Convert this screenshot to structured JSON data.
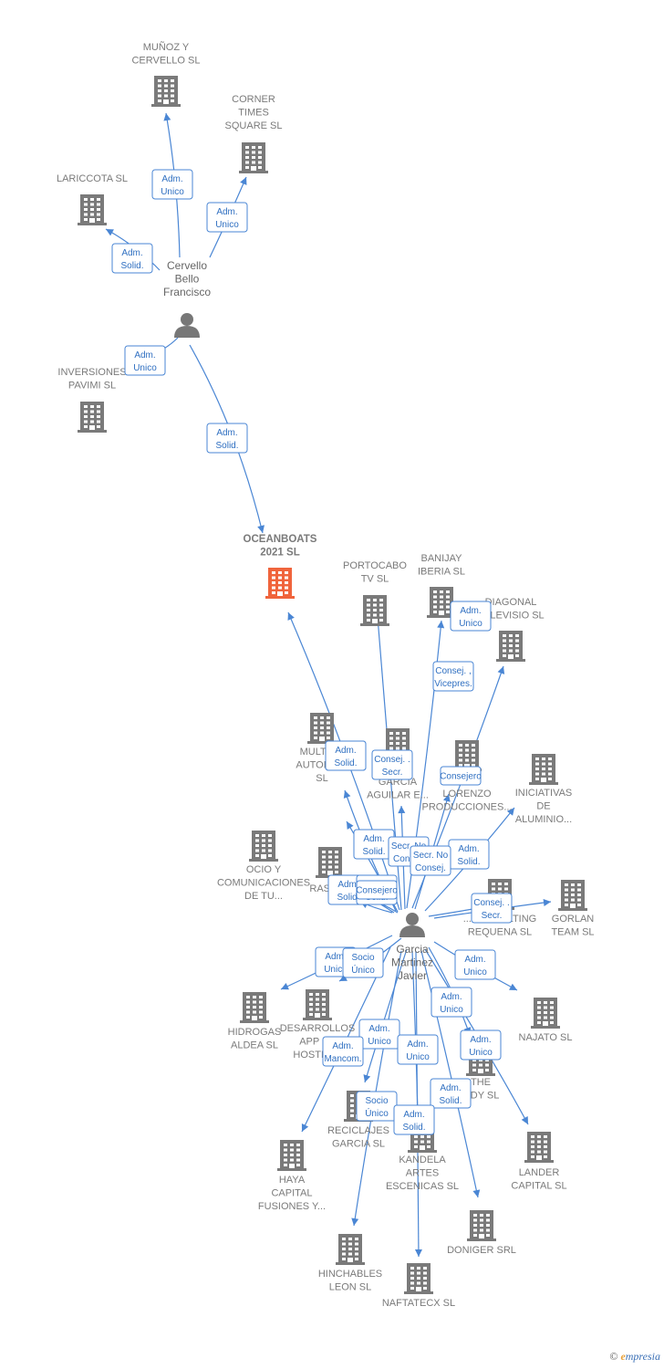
{
  "colors": {
    "edge": "#4a86d4",
    "company": "#7a7a7a",
    "focus_company": "#f0643c",
    "person": "#777777"
  },
  "people": [
    {
      "id": "cervello",
      "lines": [
        "Cervello",
        "Bello",
        "Francisco"
      ]
    },
    {
      "id": "garcia",
      "lines": [
        "Garcia",
        "Martinez",
        "Javier"
      ]
    }
  ],
  "companies": [
    {
      "id": "munoz",
      "lines": [
        "MUÑOZ Y",
        "CERVELLO SL"
      ]
    },
    {
      "id": "corner",
      "lines": [
        "CORNER",
        "TIMES",
        "SQUARE SL"
      ]
    },
    {
      "id": "lariccota",
      "lines": [
        "LARICCOTA SL"
      ]
    },
    {
      "id": "pavimi",
      "lines": [
        "INVERSIONES",
        "PAVIMI SL"
      ]
    },
    {
      "id": "oceanboats",
      "lines": [
        "OCEANBOATS",
        "2021 SL"
      ],
      "focus": true
    },
    {
      "id": "portocabo",
      "lines": [
        "PORTOCABO",
        "TV SL"
      ]
    },
    {
      "id": "banijay",
      "lines": [
        "BANIJAY",
        "IBERIA SL"
      ]
    },
    {
      "id": "diagonal",
      "lines": [
        "DIAGONAL",
        "TELEVISIO SL"
      ]
    },
    {
      "id": "multiauto",
      "lines": [
        "MULTIA...",
        "AUTOMO...",
        "SL"
      ]
    },
    {
      "id": "garciaaguilar",
      "lines": [
        "GARCIA",
        "AGUILAR E..."
      ]
    },
    {
      "id": "lorenzo",
      "lines": [
        "LORENZO",
        "PRODUCCIONES..."
      ]
    },
    {
      "id": "iniciativas",
      "lines": [
        "INICIATIVAS",
        "DE",
        "ALUMINIO..."
      ]
    },
    {
      "id": "ocio",
      "lines": [
        "OCIO Y",
        "COMUNICACIONES",
        "DE TU..."
      ]
    },
    {
      "id": "rasla",
      "lines": [
        "RASLA..."
      ]
    },
    {
      "id": "consulting",
      "lines": [
        "...CONSULTING",
        "REQUENA SL"
      ]
    },
    {
      "id": "gorlan",
      "lines": [
        "GORLAN",
        "TEAM SL"
      ]
    },
    {
      "id": "hidrogas",
      "lines": [
        "HIDROGAS",
        "ALDEA SL"
      ]
    },
    {
      "id": "desarrollos",
      "lines": [
        "DESARROLLOS",
        "APP F...",
        "HOSTEL..."
      ]
    },
    {
      "id": "najato",
      "lines": [
        "NAJATO SL"
      ]
    },
    {
      "id": "thebuddy",
      "lines": [
        "THE",
        "...DY SL"
      ]
    },
    {
      "id": "reciclajes",
      "lines": [
        "RECICLAJES",
        "GARCIA SL"
      ]
    },
    {
      "id": "kandela",
      "lines": [
        "KANDELA",
        "ARTES",
        "ESCENICAS SL"
      ]
    },
    {
      "id": "haya",
      "lines": [
        "HAYA",
        "CAPITAL",
        "FUSIONES Y..."
      ]
    },
    {
      "id": "lander",
      "lines": [
        "LANDER",
        "CAPITAL SL"
      ]
    },
    {
      "id": "doniger",
      "lines": [
        "DONIGER SRL"
      ]
    },
    {
      "id": "hinchables",
      "lines": [
        "HINCHABLES",
        "LEON SL"
      ]
    },
    {
      "id": "naftatecx",
      "lines": [
        "NAFTATECX SL"
      ]
    }
  ],
  "edges": [
    {
      "from": "cervello",
      "to": "munoz",
      "role": [
        "Adm.",
        "Unico"
      ]
    },
    {
      "from": "cervello",
      "to": "corner",
      "role": [
        "Adm.",
        "Unico"
      ]
    },
    {
      "from": "cervello",
      "to": "lariccota",
      "role": [
        "Adm.",
        "Solid."
      ]
    },
    {
      "from": "cervello",
      "to": "pavimi",
      "role": [
        "Adm.",
        "Unico"
      ]
    },
    {
      "from": "cervello",
      "to": "oceanboats",
      "role": [
        "Adm.",
        "Solid."
      ]
    },
    {
      "from": "garcia",
      "to": "oceanboats",
      "role": [
        "Adm.",
        "Solid."
      ]
    },
    {
      "from": "garcia",
      "to": "portocabo",
      "role": [
        "Consej. .",
        "Secr."
      ]
    },
    {
      "from": "garcia",
      "to": "banijay",
      "role": [
        "Adm.",
        "Unico"
      ]
    },
    {
      "from": "garcia",
      "to": "diagonal",
      "role": [
        "Consej. ,",
        "Vicepres."
      ]
    },
    {
      "from": "garcia",
      "to": "multiauto",
      "role": [
        "Adm.",
        "Solid."
      ]
    },
    {
      "from": "garcia",
      "to": "garciaaguilar",
      "role": [
        "Secr. No",
        "Consej."
      ]
    },
    {
      "from": "garcia",
      "to": "lorenzo",
      "role": [
        "Consejero"
      ]
    },
    {
      "from": "garcia",
      "to": "iniciativas",
      "role": [
        "Adm.",
        "Solid."
      ]
    },
    {
      "from": "garcia",
      "to": "ocio",
      "role": [
        "Adm.",
        "Solid."
      ]
    },
    {
      "from": "garcia",
      "to": "rasla",
      "role": [
        "Adm.",
        "Solid."
      ]
    },
    {
      "from": "garcia",
      "to": "consulting",
      "role": [
        "Secr. No",
        "Consej."
      ]
    },
    {
      "from": "garcia",
      "to": "gorlan",
      "role": [
        "Consej. .",
        "Secr."
      ]
    },
    {
      "from": "garcia",
      "to": "hidrogas",
      "role": [
        "Adm.",
        "Unico"
      ]
    },
    {
      "from": "garcia",
      "to": "desarrollos",
      "role": [
        "Socio",
        "Único"
      ]
    },
    {
      "from": "garcia",
      "to": "najato",
      "role": [
        "Adm.",
        "Unico"
      ]
    },
    {
      "from": "garcia",
      "to": "thebuddy",
      "role": [
        "Adm.",
        "Unico"
      ]
    },
    {
      "from": "garcia",
      "to": "lander",
      "role": [
        "Adm.",
        "Unico"
      ]
    },
    {
      "from": "garcia",
      "to": "reciclajes",
      "role": [
        "Adm.",
        "Unico"
      ]
    },
    {
      "from": "garcia",
      "to": "haya",
      "role": [
        "Adm.",
        "Mancom."
      ]
    },
    {
      "from": "garcia",
      "to": "kandela",
      "role": [
        "Adm.",
        "Unico"
      ]
    },
    {
      "from": "garcia",
      "to": "doniger",
      "role": [
        "Adm.",
        "Solid."
      ]
    },
    {
      "from": "garcia",
      "to": "hinchables",
      "role": [
        "Socio",
        "Único"
      ]
    },
    {
      "from": "garcia",
      "to": "naftatecx",
      "role": [
        "Adm.",
        "Solid."
      ]
    },
    {
      "from": "garcia",
      "to": "rasla",
      "role": [
        "Consejero"
      ]
    },
    {
      "from": "garcia",
      "to": "multiauto",
      "role": [
        "Adm.",
        "Solid."
      ]
    }
  ],
  "footer": {
    "copyright": "©",
    "brand_e": "e",
    "brand_rest": "mpresia"
  }
}
